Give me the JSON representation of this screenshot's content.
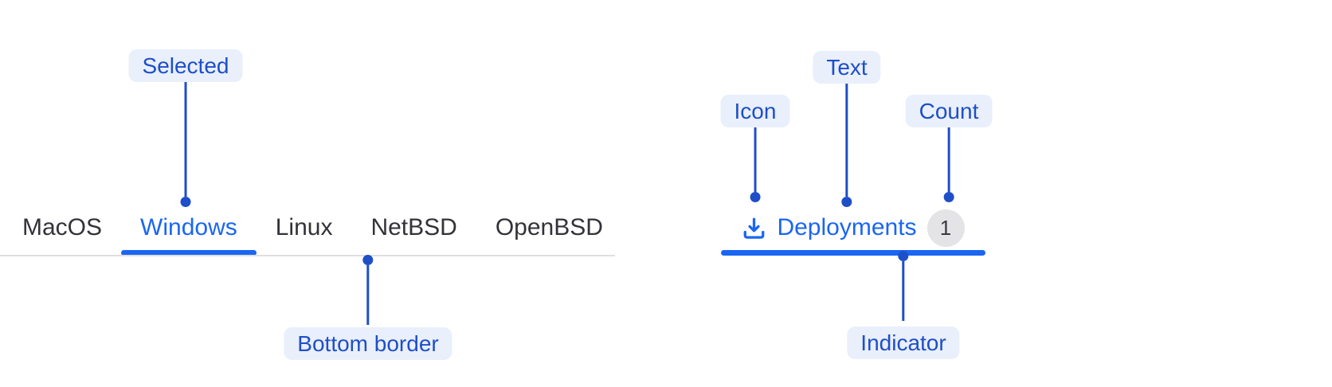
{
  "colors": {
    "component_blue": "#1A66F2",
    "annotation_blue": "#1E4FC8",
    "annotation_bg": "#E9EFFB",
    "tab_text": "#333238",
    "border_gray": "#DFDFE1",
    "count_bg": "#E4E4E7",
    "count_text": "#3A3840"
  },
  "tab_bar": {
    "tabs": [
      {
        "label": "MacOS",
        "selected": false
      },
      {
        "label": "Windows",
        "selected": true
      },
      {
        "label": "Linux",
        "selected": false
      },
      {
        "label": "NetBSD",
        "selected": false
      },
      {
        "label": "OpenBSD",
        "selected": false
      }
    ]
  },
  "deployment_tab": {
    "icon": "download-icon",
    "label": "Deployments",
    "count": "1"
  },
  "annotations": {
    "selected": "Selected",
    "bottom_border": "Bottom border",
    "icon": "Icon",
    "text": "Text",
    "count": "Count",
    "indicator": "Indicator"
  }
}
